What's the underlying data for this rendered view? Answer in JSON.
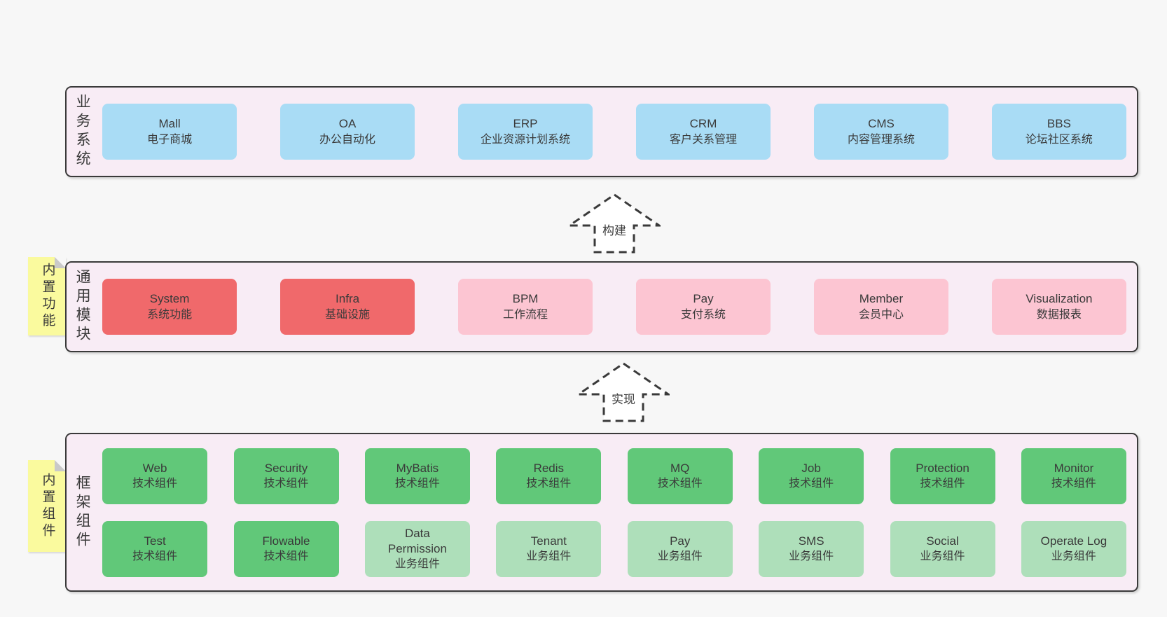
{
  "colors": {
    "pageBg": "#f7f7f7",
    "panelBg": "#f8ecf5",
    "line": "#3a3a3a",
    "text": "#3a3a3a",
    "blue": "#a9dcf5",
    "red": "#f0696b",
    "pink": "#fcc5d2",
    "green": "#61c879",
    "lightGreen": "#aedfba",
    "sticky": "#fafa9e",
    "stickyFold": "#c9c9c9",
    "arrowFill": "#ffffff"
  },
  "arrows": [
    {
      "label": "构建"
    },
    {
      "label": "实现"
    }
  ],
  "panels": [
    {
      "label": "业务系统",
      "boxes": [
        {
          "name": "Mall",
          "desc": "电子商城",
          "variant": "blue"
        },
        {
          "name": "OA",
          "desc": "办公自动化",
          "variant": "blue"
        },
        {
          "name": "ERP",
          "desc": "企业资源计划系统",
          "variant": "blue"
        },
        {
          "name": "CRM",
          "desc": "客户关系管理",
          "variant": "blue"
        },
        {
          "name": "CMS",
          "desc": "内容管理系统",
          "variant": "blue"
        },
        {
          "name": "BBS",
          "desc": "论坛社区系统",
          "variant": "blue"
        }
      ]
    },
    {
      "label": "通用模块",
      "sticky": "内置功能",
      "boxes": [
        {
          "name": "System",
          "desc": "系统功能",
          "variant": "red"
        },
        {
          "name": "Infra",
          "desc": "基础设施",
          "variant": "red"
        },
        {
          "name": "BPM",
          "desc": "工作流程",
          "variant": "pink"
        },
        {
          "name": "Pay",
          "desc": "支付系统",
          "variant": "pink"
        },
        {
          "name": "Member",
          "desc": "会员中心",
          "variant": "pink"
        },
        {
          "name": "Visualization",
          "desc": "数据报表",
          "variant": "pink"
        }
      ]
    },
    {
      "label": "框架组件",
      "sticky": "内置组件",
      "rows": [
        [
          {
            "name": "Web",
            "desc": "技术组件",
            "variant": "green"
          },
          {
            "name": "Security",
            "desc": "技术组件",
            "variant": "green"
          },
          {
            "name": "MyBatis",
            "desc": "技术组件",
            "variant": "green"
          },
          {
            "name": "Redis",
            "desc": "技术组件",
            "variant": "green"
          },
          {
            "name": "MQ",
            "desc": "技术组件",
            "variant": "green"
          },
          {
            "name": "Job",
            "desc": "技术组件",
            "variant": "green"
          },
          {
            "name": "Protection",
            "desc": "技术组件",
            "variant": "green"
          },
          {
            "name": "Monitor",
            "desc": "技术组件",
            "variant": "green"
          }
        ],
        [
          {
            "name": "Test",
            "desc": "技术组件",
            "variant": "green"
          },
          {
            "name": "Flowable",
            "desc": "技术组件",
            "variant": "green"
          },
          {
            "name": "Data Permission",
            "desc": "业务组件",
            "variant": "lightGreen"
          },
          {
            "name": "Tenant",
            "desc": "业务组件",
            "variant": "lightGreen"
          },
          {
            "name": "Pay",
            "desc": "业务组件",
            "variant": "lightGreen"
          },
          {
            "name": "SMS",
            "desc": "业务组件",
            "variant": "lightGreen"
          },
          {
            "name": "Social",
            "desc": "业务组件",
            "variant": "lightGreen"
          },
          {
            "name": "Operate Log",
            "desc": "业务组件",
            "variant": "lightGreen"
          }
        ]
      ]
    }
  ]
}
